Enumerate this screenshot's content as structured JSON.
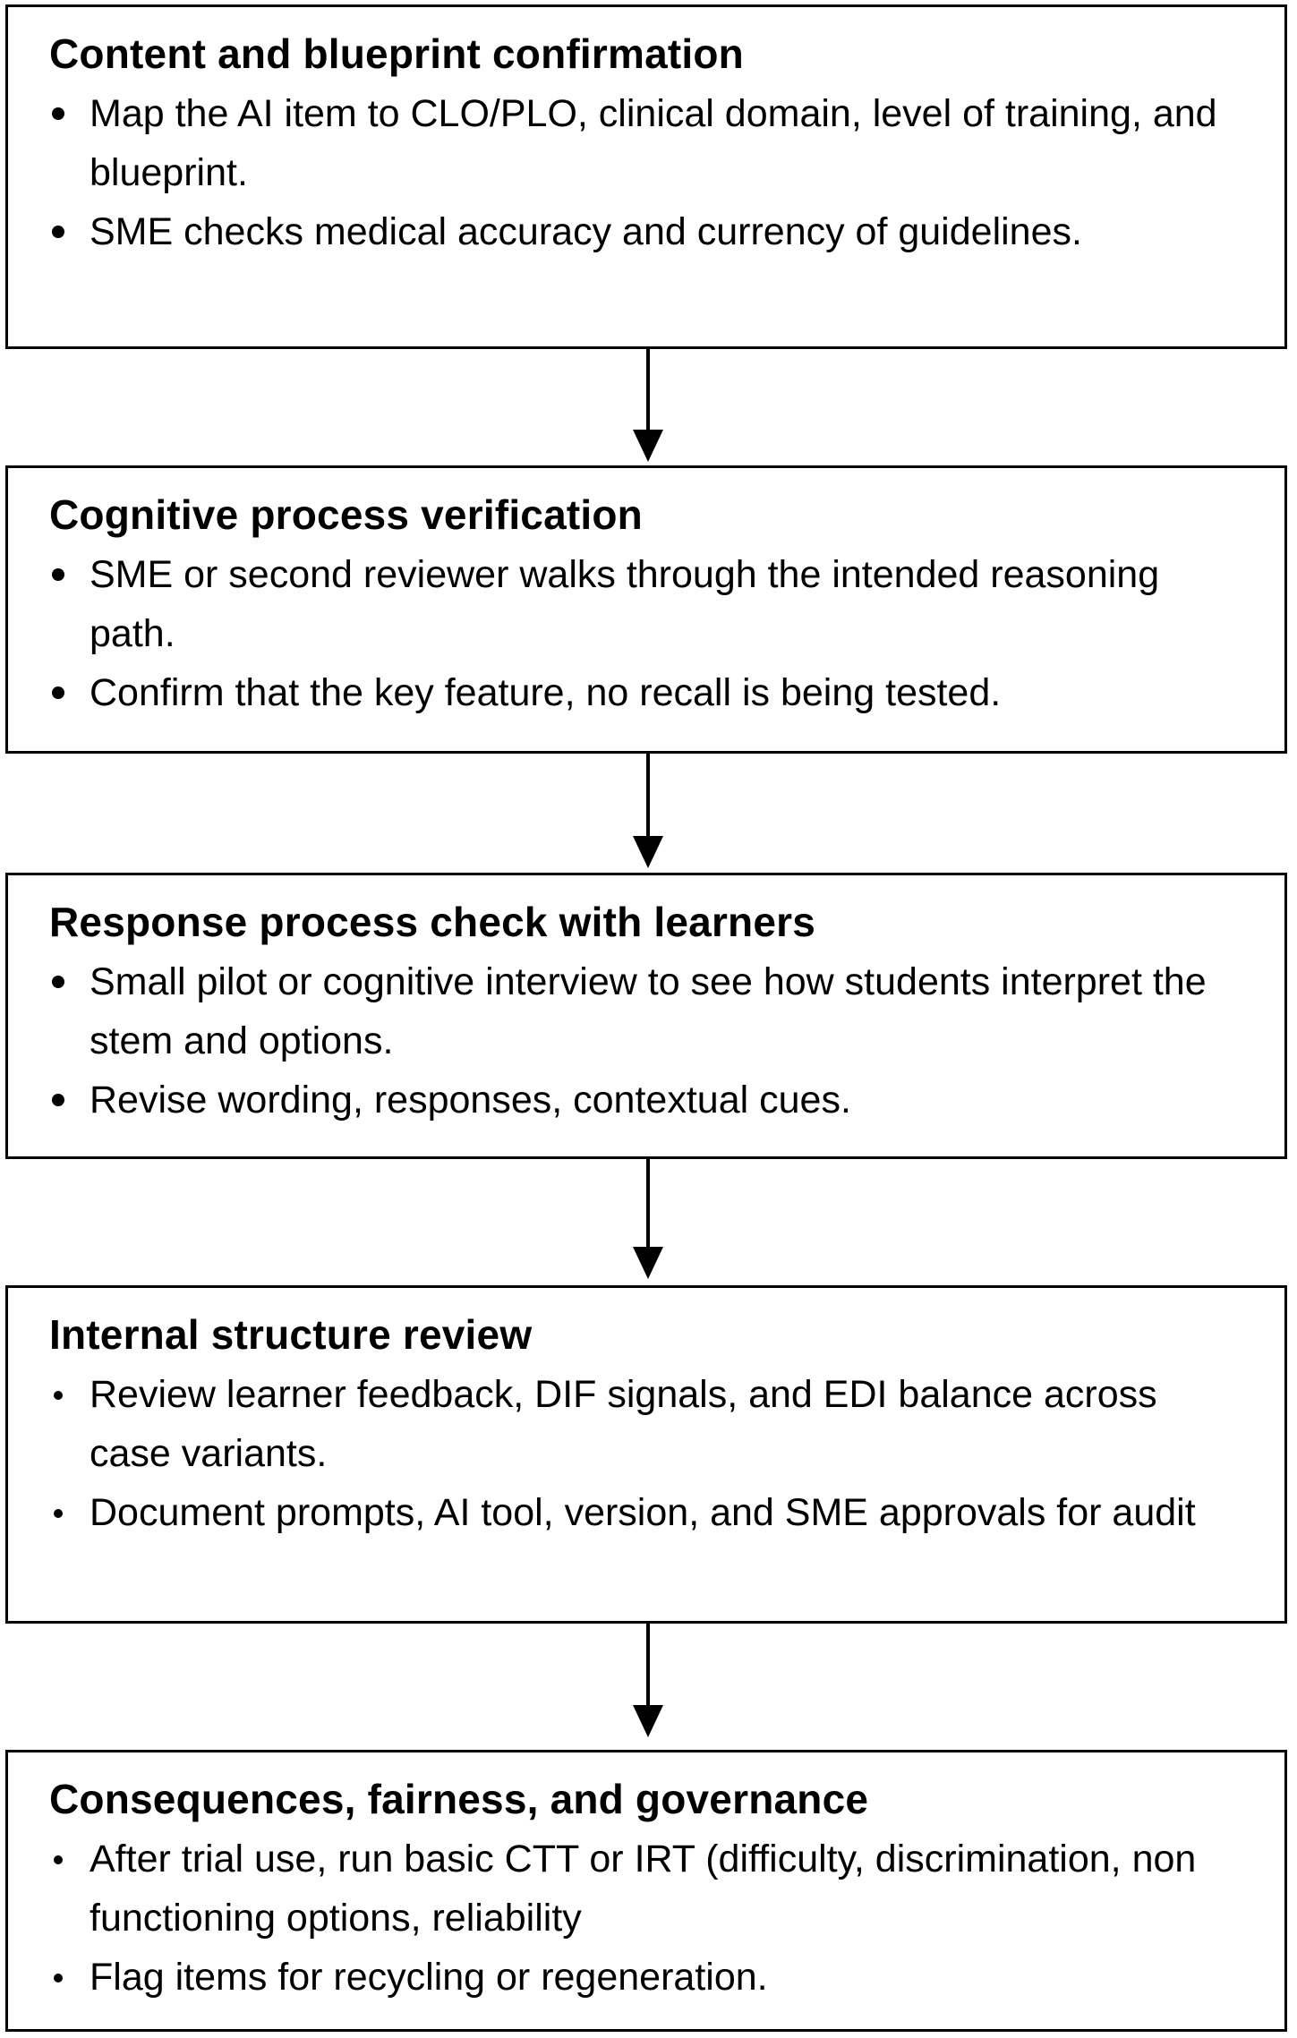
{
  "diagram": {
    "steps": [
      {
        "title": "Content and blueprint confirmation",
        "bullets": [
          "Map the AI item to CLO/PLO, clinical domain, level of training, and blueprint.",
          "SME checks medical accuracy and currency of guidelines."
        ]
      },
      {
        "title": "Cognitive process verification",
        "bullets": [
          "SME or second reviewer walks through the intended reasoning path.",
          "Confirm that the key feature, no recall is being tested."
        ]
      },
      {
        "title": "Response process check with learners",
        "bullets": [
          "Small pilot or cognitive interview to see how students interpret the stem and options.",
          "Revise wording, responses, contextual cues."
        ]
      },
      {
        "title": "Internal structure review",
        "bullets": [
          "Review learner feedback, DIF signals, and EDI balance across case variants.",
          "Document prompts, AI tool, version, and SME approvals for audit"
        ]
      },
      {
        "title": "Consequences, fairness, and governance",
        "bullets": [
          "After trial use, run basic CTT or IRT (difficulty, discrimination, non functioning options, reliability",
          "Flag items for recycling or regeneration."
        ]
      }
    ],
    "connectors": [
      "arrow-down",
      "arrow-down",
      "arrow-down",
      "arrow-down"
    ],
    "colors": {
      "border": "#000000",
      "background": "#ffffff",
      "text": "#000000"
    }
  }
}
